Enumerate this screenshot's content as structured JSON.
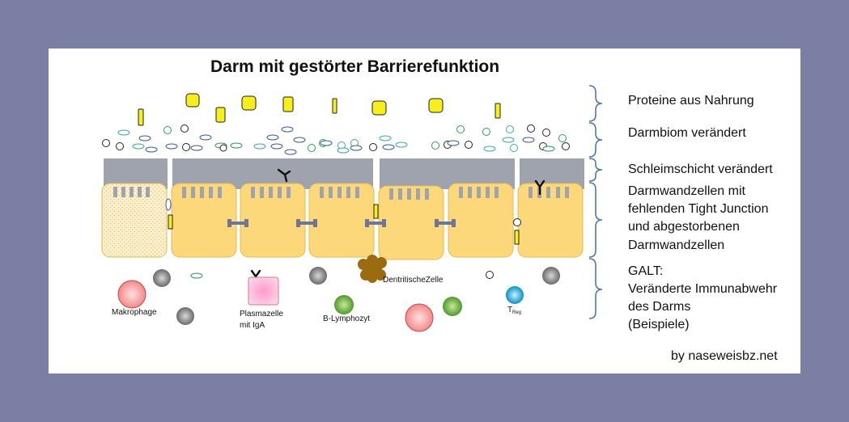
{
  "title": "Darm mit gestörter Barrierefunktion",
  "legend": {
    "proteins": "Proteine aus Nahrung",
    "microbiome": "Darmbiom verändert",
    "mucus": "Schleimschicht verändert",
    "cells_line1": "Darmwandzellen mit",
    "cells_line2": "fehlenden Tight Junction",
    "cells_line3": "und abgestorbenen",
    "cells_line4": "Darmwandzellen",
    "galt_line1": "GALT:",
    "galt_line2": "Veränderte Immunabwehr",
    "galt_line3": "des Darms",
    "galt_line4": "(Beispiele)"
  },
  "cell_labels": {
    "macrophage": "Makrophage",
    "plasma_line1": "Plasmazelle",
    "plasma_line2": "mit IgA",
    "b_lymphocyte": "B-Lymphozyt",
    "dendritic": "DentritischeZelle",
    "treg_main": "T",
    "treg_sub": "Reg"
  },
  "credit": "by naseweisbz.net",
  "colors": {
    "background": "#7a7fa3",
    "panel": "#ffffff",
    "epithelium": "#fcd87a",
    "mucus": "#9ea3ae",
    "brace": "#4e76b8",
    "junction": "#6f7596",
    "protein": "#f7ee1e"
  }
}
